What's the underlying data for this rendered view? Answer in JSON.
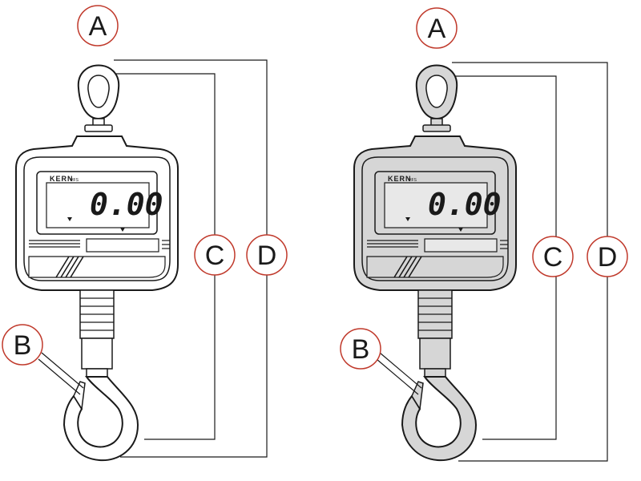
{
  "callouts": {
    "shackle": "A",
    "hook": "B",
    "height_inner": "C",
    "height_total": "D"
  },
  "display": {
    "brand": "KERN",
    "model": "HFS",
    "reading": "0.00"
  },
  "colors": {
    "outline": "#1a1a1a",
    "callout_circle": "#c0392b",
    "housing_white": "#ffffff",
    "housing_grey": "#d6d6d6",
    "screen_grey": "#e8e8e8"
  }
}
